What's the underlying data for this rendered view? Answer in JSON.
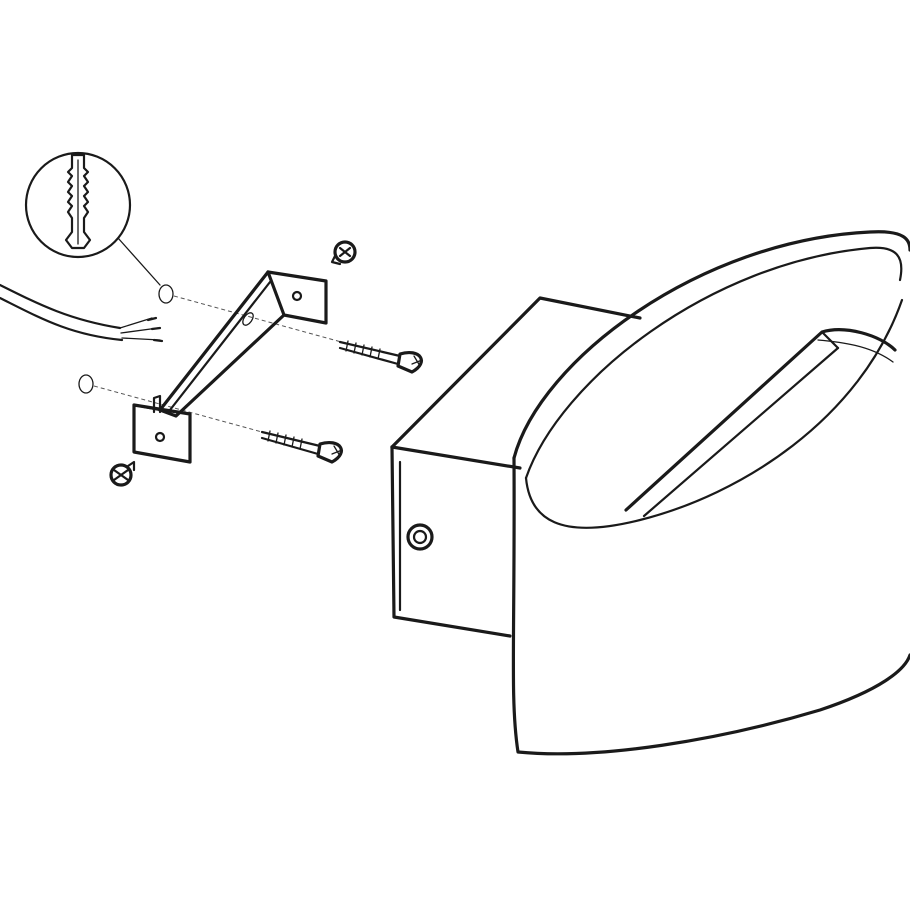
{
  "diagram": {
    "ink_color": "#1a1a1a",
    "background": "#ffffff",
    "parts": [
      {
        "id": "wall-plug",
        "icon": "wall-plug-icon"
      },
      {
        "id": "mounting-bracket",
        "icon": "bracket-icon"
      },
      {
        "id": "screw",
        "icon": "screw-icon"
      },
      {
        "id": "small-screw",
        "icon": "phillips-screw-icon"
      },
      {
        "id": "power-cable",
        "icon": "cable-icon"
      },
      {
        "id": "lamp-body",
        "icon": "wall-lamp-icon"
      }
    ]
  }
}
